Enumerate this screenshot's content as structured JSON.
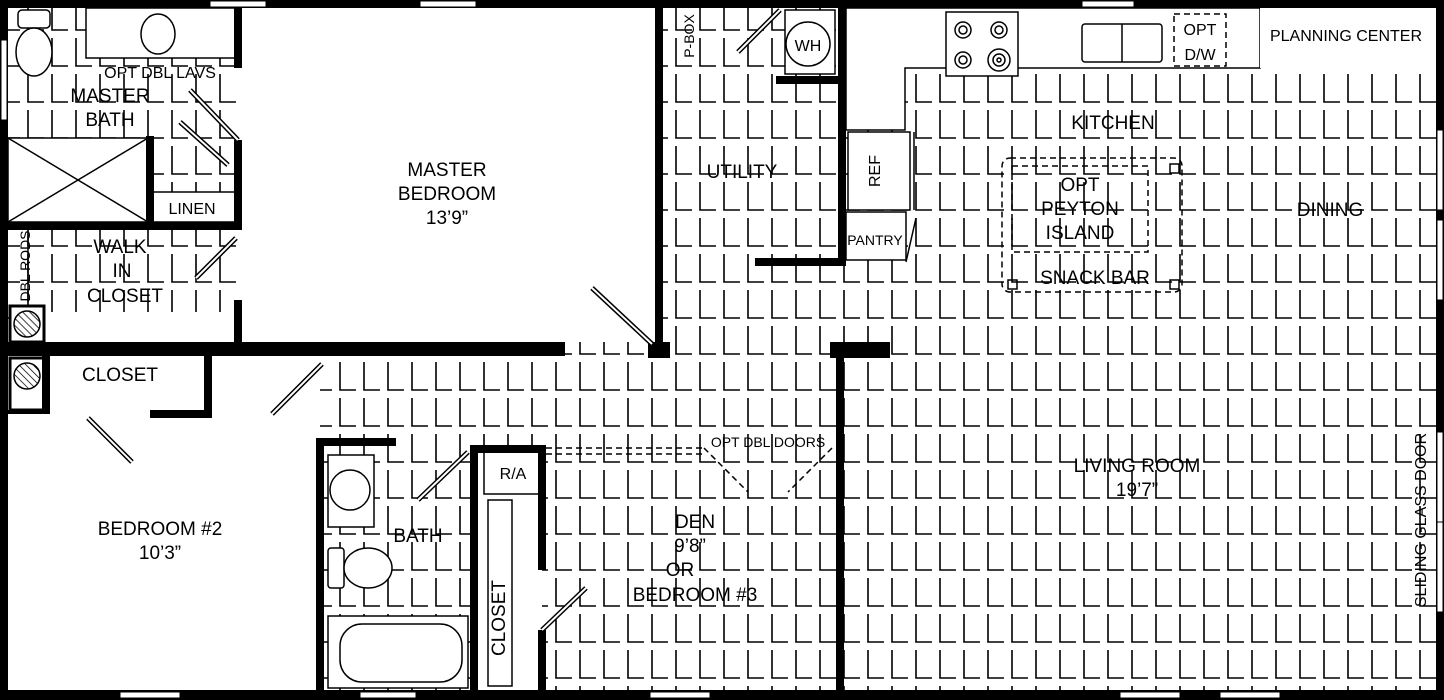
{
  "plan": {
    "colors": {
      "lines": "#000000",
      "background": "#ffffff"
    },
    "rooms": {
      "master_bath": {
        "opt": "OPT DBL LAVS",
        "line1": "MASTER",
        "line2": "BATH"
      },
      "linen": "LINEN",
      "walk_in_closet": {
        "line1": "WALK",
        "line2": "IN",
        "line3": "CLOSET"
      },
      "dbl_rods": "DBL RODS",
      "master_bedroom": {
        "line1": "MASTER",
        "line2": "BEDROOM",
        "size": "13’9”"
      },
      "p_box": "P-BOX",
      "water_heater": "WH",
      "utility": "UTILITY",
      "ref": "REF",
      "pantry": "PANTRY",
      "kitchen": "KITCHEN",
      "island": {
        "line1": "OPT",
        "line2": "PEYTON",
        "line3": "ISLAND",
        "snack": "SNACK BAR"
      },
      "dining": "DINING",
      "dishwasher": {
        "line1": "OPT",
        "line2": "D/W"
      },
      "planning_center": "PLANNING CENTER",
      "closet_bed2": "CLOSET",
      "bedroom2": {
        "line1": "BEDROOM #2",
        "size": "10’3”"
      },
      "bath": "BATH",
      "ra": "R/A",
      "closet_den": "CLOSET",
      "opt_doors": "OPT DBL DOORS",
      "den": {
        "line1": "DEN",
        "size": "9’8”",
        "or": "OR",
        "line2": "BEDROOM #3"
      },
      "living_room": {
        "line1": "LIVING ROOM",
        "size": "19’7”"
      },
      "sliding_door": "SLIDING GLASS DOOR"
    }
  }
}
